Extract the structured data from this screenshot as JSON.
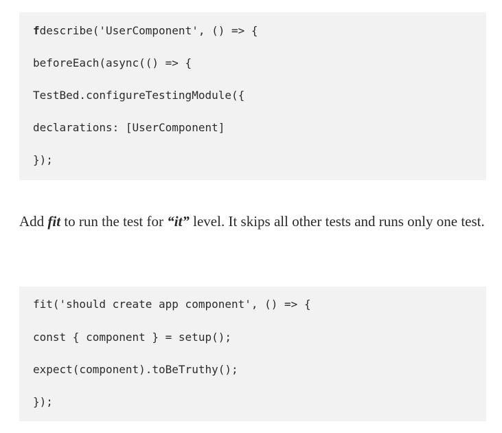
{
  "code_block_1": {
    "first_char": "f",
    "first_rest": "describe('UserComponent', () => {",
    "lines": [
      "beforeEach(async(() => {",
      "TestBed.configureTestingModule({",
      "declarations: [UserComponent]",
      "});"
    ]
  },
  "paragraph": {
    "text_before": "Add ",
    "keyword": "fit",
    "text_middle": " to run the test for ",
    "quoted_level": "“it”",
    "text_after": " level. It skips all other tests and runs only one test."
  },
  "code_block_2": {
    "lines": [
      "fit('should create app component', () => {",
      "const { component } = setup();",
      "expect(component).toBeTruthy();",
      "});"
    ]
  }
}
